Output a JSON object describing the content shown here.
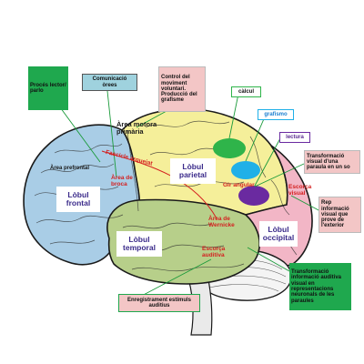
{
  "boxes": {
    "proces_lectura": "Procés lector/ parlo",
    "comunicacio": "Comunicació òrees",
    "control_moviment": "Control del moviment voluntari. Producció del grafisme",
    "calcul": "càlcul",
    "grafismo": "grafismo",
    "lectura": "lectura",
    "transformacio_visual": "Transformació visual d'una paraula en un so",
    "rep_informacio": "Rep informació visual que prove de l'exterior",
    "transformacio_auditiva": "Transformació informació auditiva visual en representacions neuronals de les paraules",
    "enregistrament": "Enregistrament estímuls auditius"
  },
  "lobes": {
    "frontal": "Lòbul frontal",
    "parietal": "Lòbul parietal",
    "temporal": "Lòbul temporal",
    "occipital": "Lòbul occipital"
  },
  "labels": {
    "area_motora": "Àrea motora primària",
    "area_prefrontal": "Àrea prefrontal",
    "fascicle": "Fascicle arquejat",
    "broca": "Àrea de broca",
    "gir_angular": "Gir angular",
    "wernicke": "Àrea de Wernicke",
    "escorca_auditiva": "Escorça auditiva",
    "escorca_visual": "Escorça visual"
  },
  "colors": {
    "frontal": "#a9cde6",
    "parietal": "#f5ef9a",
    "temporal": "#b7cf8a",
    "occipital": "#f2b6c6",
    "cerebellum": "#f4f4f4",
    "green_box": "#1fa84e",
    "pink_box": "#f3c6c6",
    "blue_box": "#9fd2de",
    "marker_green": "#2fb44a",
    "marker_cyan": "#20b0e8",
    "marker_purple": "#6a2aa0",
    "arrow": "#1a9a3a"
  }
}
